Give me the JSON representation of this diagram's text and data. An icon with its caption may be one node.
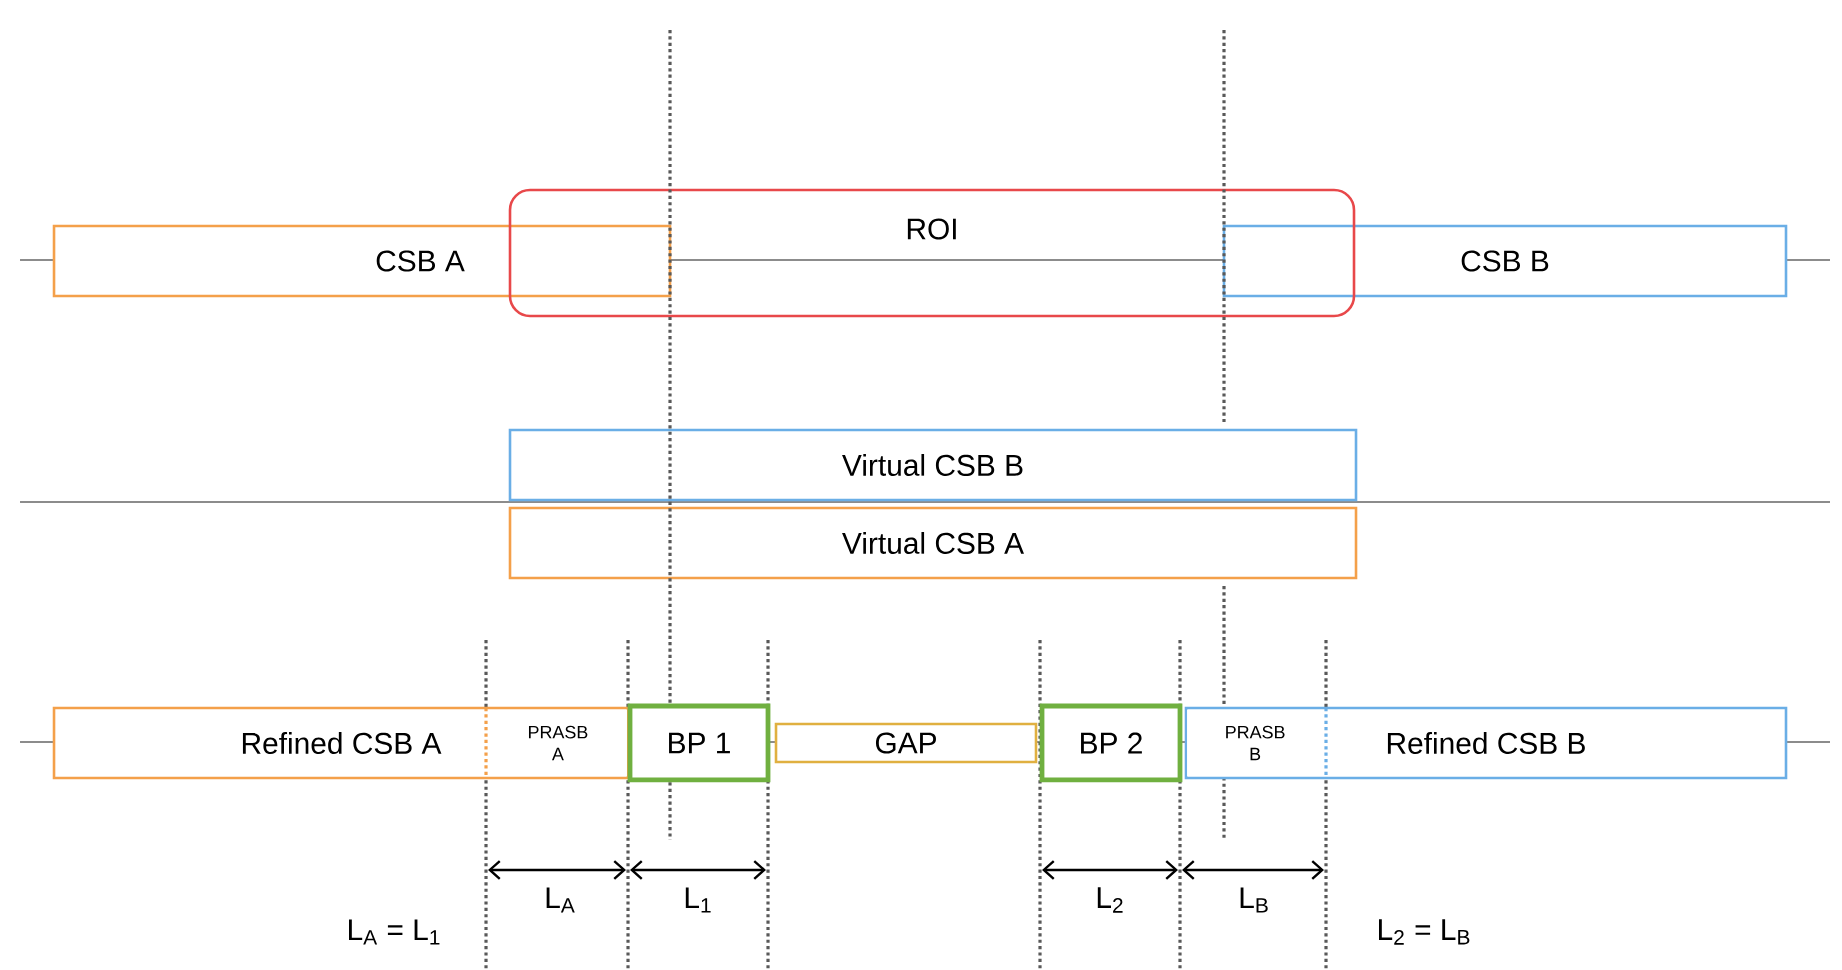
{
  "diagram": {
    "nodes": [
      {
        "text": [
          "CSB A"
        ]
      },
      {
        "text": [
          "ROI"
        ]
      },
      {
        "text": [
          "CSB B"
        ]
      },
      {
        "text": [
          "Virtual CSB B"
        ]
      },
      {
        "text": [
          "Virtual CSB A"
        ]
      },
      {
        "text": [
          "Refined CSB A"
        ]
      },
      {
        "text": [
          "PRASB A"
        ],
        "in": 5
      },
      {
        "text": [
          "BP 1"
        ]
      },
      {
        "text": [
          "GAP"
        ]
      },
      {
        "text": [
          "BP 2"
        ]
      },
      {
        "text": [
          "Refined CSB B"
        ]
      },
      {
        "text": [
          "PRASB B"
        ],
        "in": 10
      }
    ],
    "labels": [
      "L$_{A}$",
      "L$_{1}$",
      "L$_{2}$",
      "L$_{B}$",
      "L$_{A}$ = L$_{1}$",
      "L$_{2}$ = L$_{B}$"
    ]
  }
}
